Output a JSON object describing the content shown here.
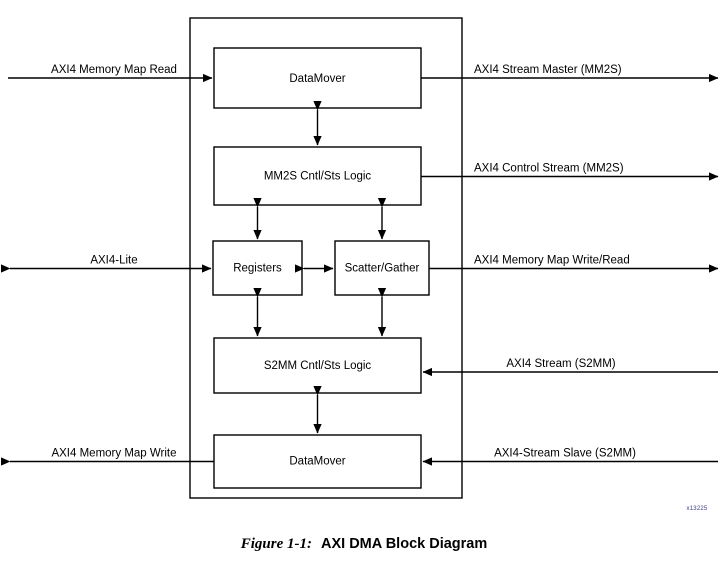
{
  "figure": {
    "number": "Figure 1-1:",
    "title": "AXI DMA Block Diagram",
    "id_code": "x13225"
  },
  "blocks": [
    {
      "id": "datamover-top",
      "label": "DataMover"
    },
    {
      "id": "mm2s-logic",
      "label": "MM2S Cntl/Sts Logic"
    },
    {
      "id": "registers",
      "label": "Registers"
    },
    {
      "id": "scatter-gather",
      "label": "Scatter/Gather"
    },
    {
      "id": "s2mm-logic",
      "label": "S2MM Cntl/Sts Logic"
    },
    {
      "id": "datamover-bottom",
      "label": "DataMover"
    }
  ],
  "signals": {
    "left": [
      {
        "id": "axi4-mm-read",
        "label": "AXI4 Memory Map Read",
        "direction": "in"
      },
      {
        "id": "axi4-lite",
        "label": "AXI4-Lite",
        "direction": "bidirectional"
      },
      {
        "id": "axi4-mm-write",
        "label": "AXI4 Memory Map Write",
        "direction": "out"
      }
    ],
    "right": [
      {
        "id": "axi4-stream-master-mm2s",
        "label": "AXI4 Stream Master (MM2S)",
        "direction": "out"
      },
      {
        "id": "axi4-control-stream-mm2s",
        "label": "AXI4 Control Stream (MM2S)",
        "direction": "out"
      },
      {
        "id": "axi4-mm-write-read",
        "label": "AXI4 Memory Map Write/Read",
        "direction": "out"
      },
      {
        "id": "axi4-stream-s2mm",
        "label": "AXI4 Stream (S2MM)",
        "direction": "in"
      },
      {
        "id": "axi4-stream-slave-s2mm",
        "label": "AXI4-Stream Slave (S2MM)",
        "direction": "in"
      }
    ]
  },
  "colors": {
    "stroke": "#000000",
    "background": "#ffffff",
    "figure_id": "#3b3b8f"
  }
}
